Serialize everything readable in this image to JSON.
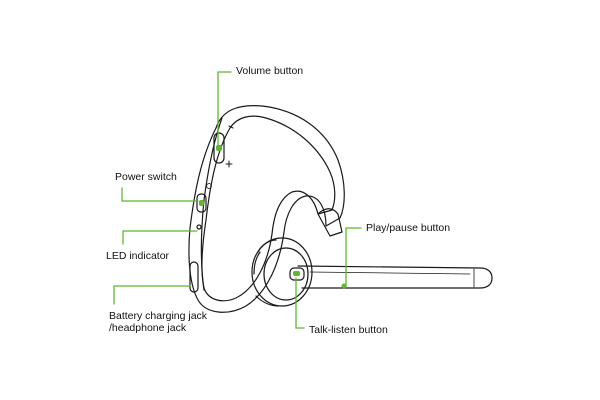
{
  "colors": {
    "accent": "#5cb82e",
    "outline": "#1a1a1a",
    "background": "#ffffff"
  },
  "labels": {
    "volume": "Volume button",
    "power": "Power switch",
    "led": "LED indicator",
    "battery_line1": "Battery charging jack",
    "battery_line2": "/headphone jack",
    "play": "Play/pause button",
    "talk": "Talk-listen button"
  }
}
